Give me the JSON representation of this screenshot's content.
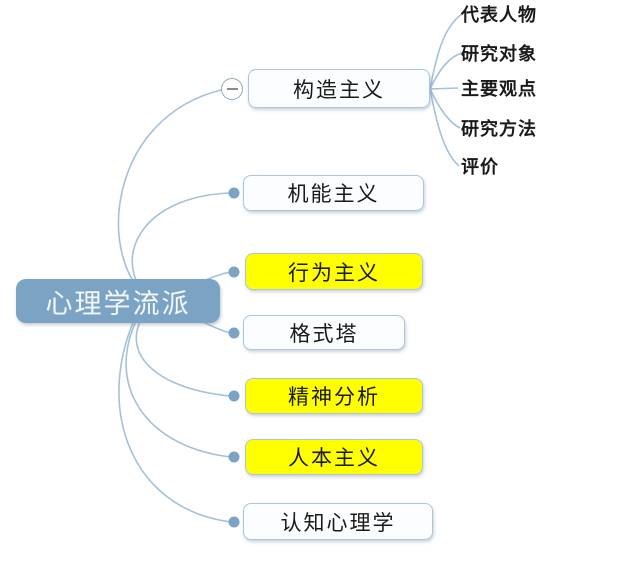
{
  "root": {
    "label": "心理学流派"
  },
  "branches": [
    {
      "label": "构造主义",
      "highlighted": false,
      "collapse_icon": "minus-circle"
    },
    {
      "label": "机能主义",
      "highlighted": false
    },
    {
      "label": "行为主义",
      "highlighted": true
    },
    {
      "label": "格式塔",
      "highlighted": false
    },
    {
      "label": "精神分析",
      "highlighted": true
    },
    {
      "label": "人本主义",
      "highlighted": true
    },
    {
      "label": "认知心理学",
      "highlighted": false
    }
  ],
  "subtopics": [
    "代表人物",
    "研究对象",
    "主要观点",
    "研究方法",
    "评价"
  ],
  "colors": {
    "root_fill": "#7ba4c4",
    "root_text": "#f4f8fb",
    "node_border": "#a9c6e1",
    "node_fill": "#fcfdff",
    "highlight_fill": "#ffff00",
    "connector_line": "#a4c0db",
    "dot": "#7ba4c4",
    "text": "#1a1a1a"
  }
}
